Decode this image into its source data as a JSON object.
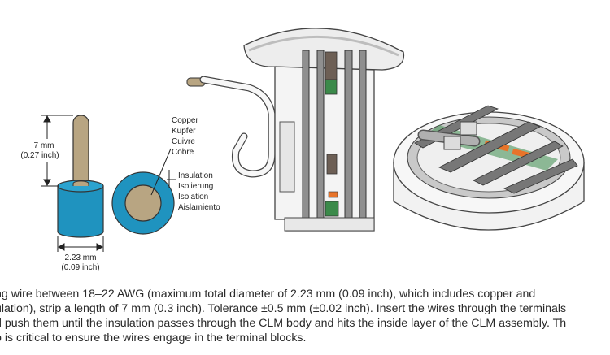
{
  "wire_diagram": {
    "length_mm": "7 mm",
    "length_inch": "(0.27 inch)",
    "diameter_mm": "2.23 mm",
    "diameter_inch": "(0.09 inch)",
    "conductor_labels": [
      "Copper",
      "Kupfer",
      "Cuivre",
      "Cobre"
    ],
    "insulation_labels": [
      "Insulation",
      "Isolierung",
      "Isolation",
      "Aislamiento"
    ]
  },
  "colors": {
    "insulation_blue": "#1f93bf",
    "copper_tan": "#b8a582",
    "gray_dark": "#5a5a5a",
    "terminal_orange": "#e8742a",
    "pcb_green": "#3b8a4a"
  },
  "caption": {
    "lines": [
      "ng wire between 18–22 AWG (maximum total diameter of 2.23 mm (0.09 inch), which includes copper and",
      "ulation), strip a length of 7 mm (0.3 inch). Tolerance ±0.5 mm (±0.02 inch). Insert the wires through the terminals",
      "d push them until the insulation passes through the CLM body and hits the inside layer of the CLM assembly. Th",
      "p is critical to ensure the wires engage in the terminal blocks."
    ]
  }
}
